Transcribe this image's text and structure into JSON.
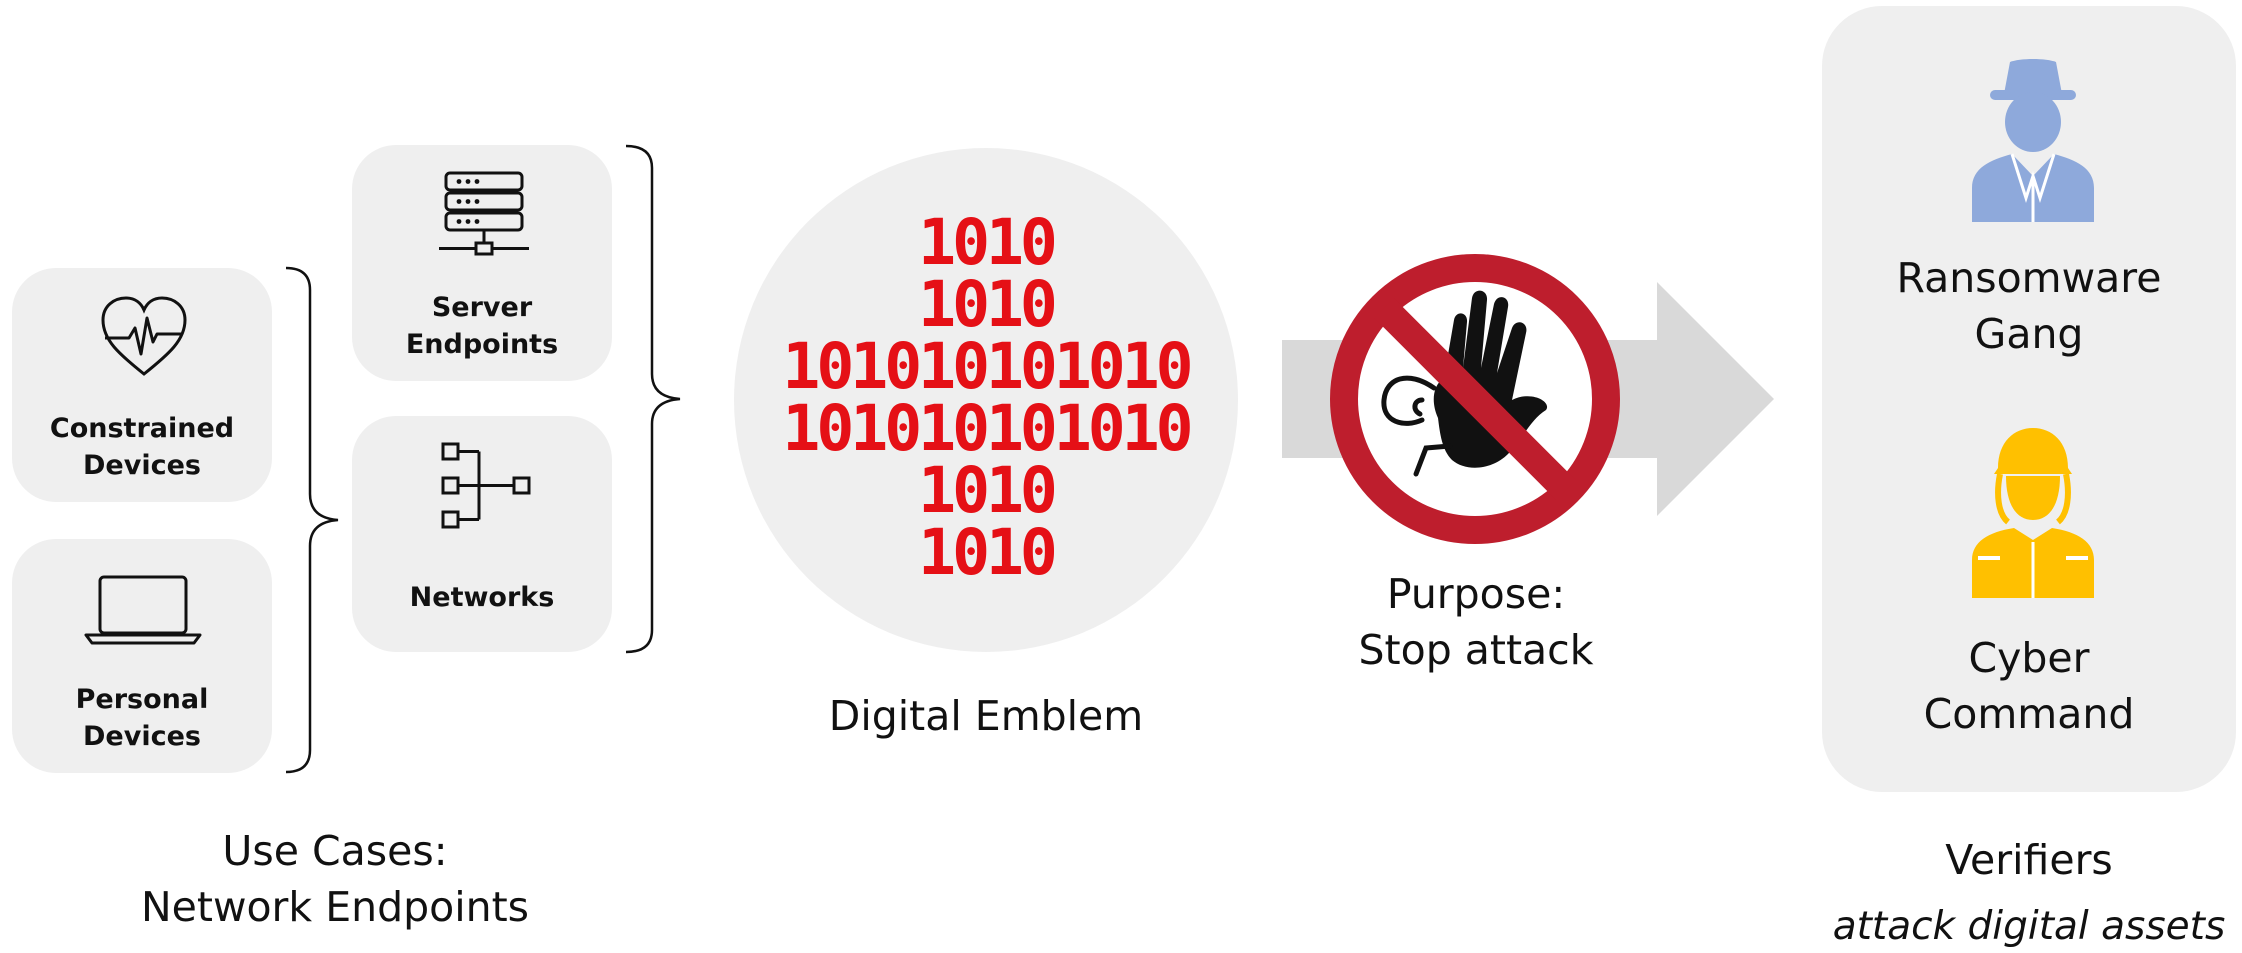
{
  "use_cases": {
    "devices": [
      {
        "line1": "Constrained",
        "line2": "Devices",
        "icon": "heart-pulse-icon"
      },
      {
        "line1": "Personal",
        "line2": "Devices",
        "icon": "laptop-icon"
      }
    ],
    "endpoints": [
      {
        "line1": "Server",
        "line2": "Endpoints",
        "icon": "server-icon"
      },
      {
        "line1": "Networks",
        "line2": "",
        "icon": "network-icon"
      }
    ],
    "caption_line1": "Use Cases:",
    "caption_line2": "Network Endpoints"
  },
  "emblem": {
    "rows": [
      "1010",
      "1010",
      "101010101010",
      "101010101010",
      "1010",
      "1010"
    ],
    "caption": "Digital Emblem",
    "color": "#e51016"
  },
  "purpose": {
    "line1": "Purpose:",
    "line2": "Stop attack",
    "icon": "no-entry-hand-icon",
    "sign_color": "#be1e2d"
  },
  "verifiers": {
    "items": [
      {
        "line1": "Ransomware",
        "line2": "Gang",
        "icon": "hacker-icon",
        "color": "#8ea9db"
      },
      {
        "line1": "Cyber",
        "line2": "Command",
        "icon": "soldier-icon",
        "color": "#ffc000"
      }
    ],
    "caption": "Verifiers",
    "subcaption": "attack digital assets"
  }
}
